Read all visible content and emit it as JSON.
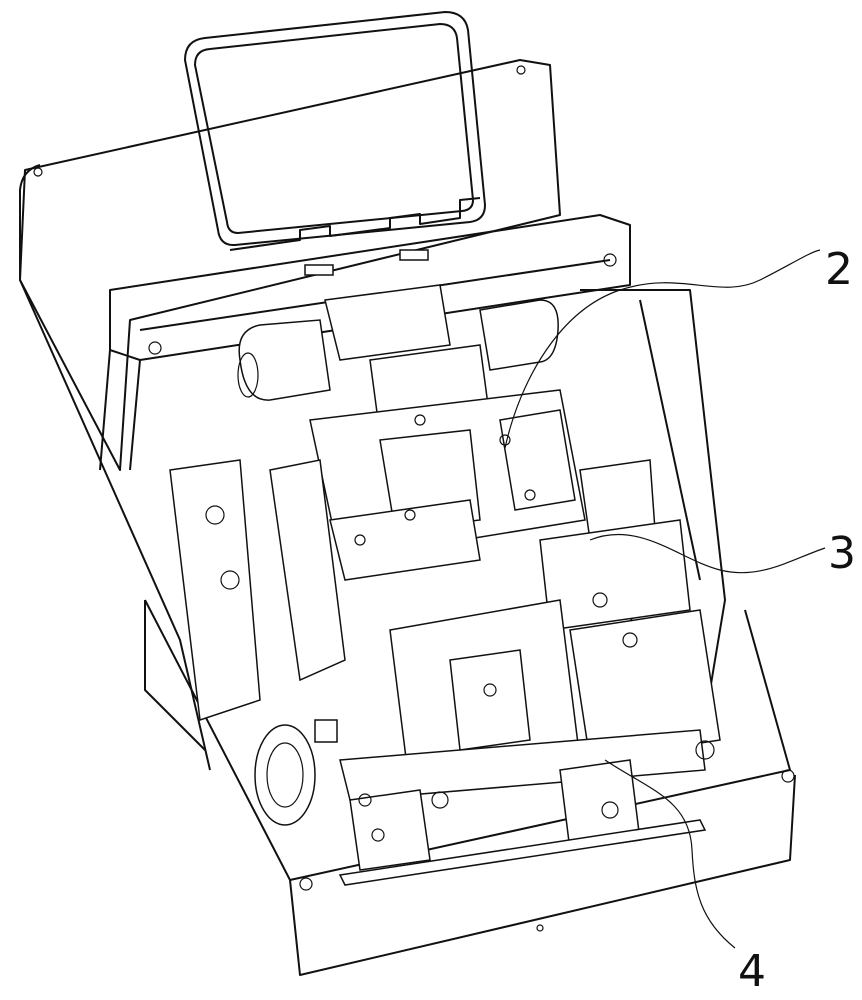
{
  "figure": {
    "labels": [
      {
        "id": "label-2",
        "text": "2"
      },
      {
        "id": "label-3",
        "text": "3"
      },
      {
        "id": "label-4",
        "text": "4"
      }
    ]
  }
}
